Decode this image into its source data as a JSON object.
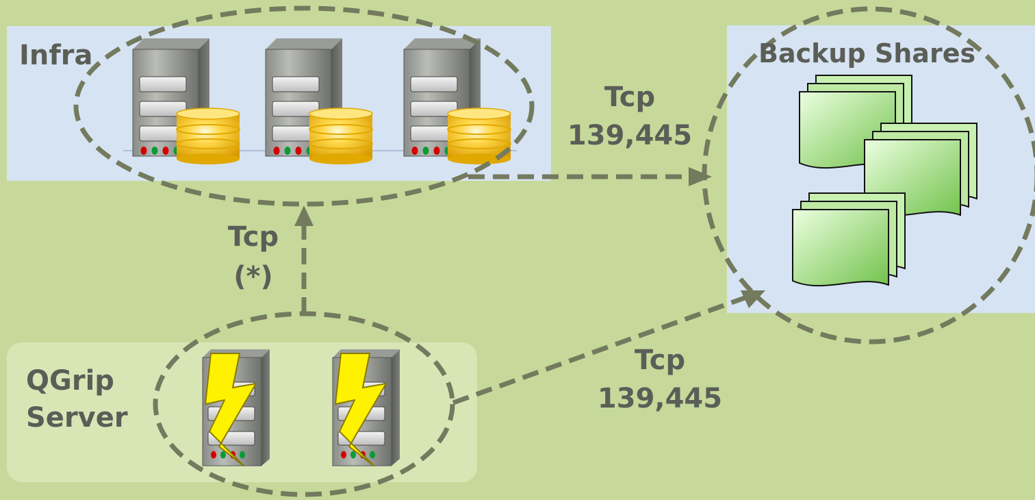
{
  "groups": {
    "infra": {
      "label": "Infra",
      "server_count": 3
    },
    "backup": {
      "label": "Backup Shares",
      "share_stack_count": 3
    },
    "qgrip": {
      "label_line1": "QGrip",
      "label_line2": "Server",
      "server_count": 2
    }
  },
  "connections": {
    "infra_to_backup": {
      "line1": "Tcp",
      "line2": "139,445"
    },
    "qgrip_to_infra": {
      "line1": "Tcp",
      "line2": "(*)"
    },
    "qgrip_to_backup": {
      "line1": "Tcp",
      "line2": "139,445"
    }
  },
  "colors": {
    "background": "#c6d99a",
    "panel": "#d6e3f2",
    "qgrip_panel": "#d8e6b6",
    "dashed_line": "#737a5e",
    "label_text": "#5b5e57",
    "database_gold": "#f2c21a",
    "lightning": "#fff200",
    "share_green": "#8ed26a"
  },
  "icons": {
    "infra_server": "server-with-database-icon",
    "qgrip_server": "server-with-lightning-icon",
    "share": "file-share-stack-icon"
  }
}
